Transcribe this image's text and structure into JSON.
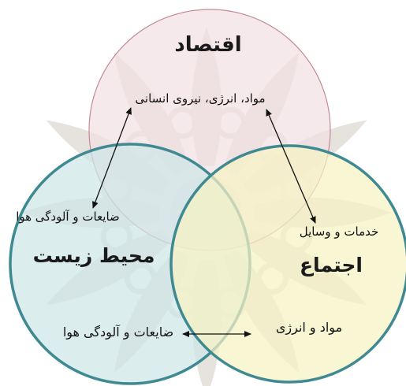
{
  "diagram": {
    "circles": [
      {
        "name": "economy",
        "title": "اقتصاد",
        "fill": "#f2e0e3",
        "stroke": "#c48a96"
      },
      {
        "name": "environment",
        "title": "محیط زیست",
        "fill": "#cfe6e7",
        "stroke": "#3f8a92"
      },
      {
        "name": "society",
        "title": "اجتماع",
        "fill": "#f7f2c4",
        "stroke": "#3f8a92"
      }
    ],
    "labels": {
      "economy_resources": "مواد، انرژی، نیروی انسانی",
      "environment_waste_top": "ضایعات و آلودگی هوا",
      "society_services": "خدمات و وسایل",
      "environment_waste_bottom": "ضایعات و آلودگی هوا",
      "society_materials": "مواد و انرژی"
    },
    "watermark_color": "#c9c2b6"
  }
}
